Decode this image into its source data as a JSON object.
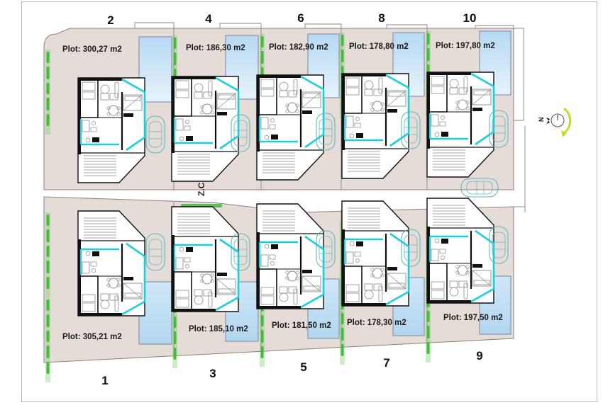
{
  "document": {
    "type": "architectural-site-plan",
    "common_area_label": "Z.C",
    "compass_label": "N"
  },
  "colors": {
    "plot_fill": "#e6dcd7",
    "plot_stroke": "#8d8179",
    "pool_fill_top": "#bcdcf3",
    "pool_fill_bottom": "#e2f1fb",
    "pool_stroke": "#8e9ab4",
    "hedge_green": "#52c04a",
    "wall_black": "#111111",
    "wall_cyan": "#18cfe0",
    "car_outline": "#5fb8bd",
    "furniture_gray": "#8a8a8a",
    "arrow_yellow": "#c8d927",
    "frame_border": "#b9b9b9",
    "background": "#ffffff"
  },
  "top_row": {
    "plots": [
      {
        "number": "2",
        "area_label": "Plot: 300,27 m2"
      },
      {
        "number": "4",
        "area_label": "Plot: 186,30 m2"
      },
      {
        "number": "6",
        "area_label": "Plot: 182,90 m2"
      },
      {
        "number": "8",
        "area_label": "Plot: 178,80 m2"
      },
      {
        "number": "10",
        "area_label": "Plot: 197,80 m2"
      }
    ]
  },
  "bottom_row": {
    "plots": [
      {
        "number": "1",
        "area_label": "Plot: 305,21 m2"
      },
      {
        "number": "3",
        "area_label": "Plot: 185,10 m2"
      },
      {
        "number": "5",
        "area_label": "Plot: 181,50 m2"
      },
      {
        "number": "7",
        "area_label": "Plot: 178,30 m2"
      },
      {
        "number": "9",
        "area_label": "Plot: 197,50 m2"
      }
    ]
  }
}
